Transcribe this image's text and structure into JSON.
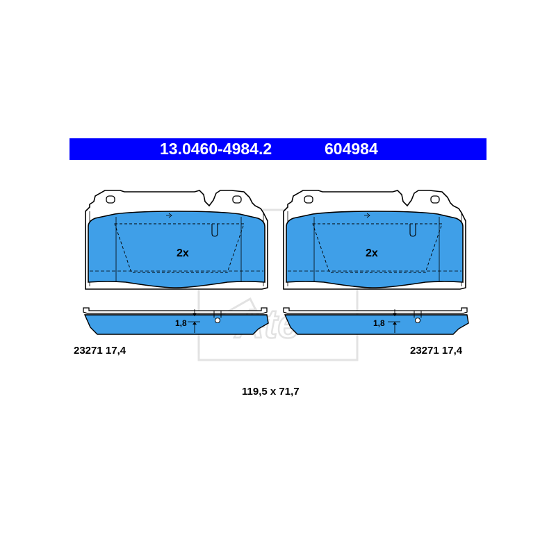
{
  "header": {
    "part_number": "13.0460-4984.2",
    "reference_number": "604984"
  },
  "pads": [
    {
      "quantity_label": "2x",
      "wear_indicator_thickness": "1,8",
      "wva_and_thickness": "23271 17,4"
    },
    {
      "quantity_label": "2x",
      "wear_indicator_thickness": "1,8",
      "wva_and_thickness": "23271 17,4"
    }
  ],
  "dimensions": "119,5 x 71,7",
  "colors": {
    "banner": "#0000ff",
    "friction_material": "#3f9fe8",
    "outline": "#000000",
    "background": "#ffffff"
  }
}
